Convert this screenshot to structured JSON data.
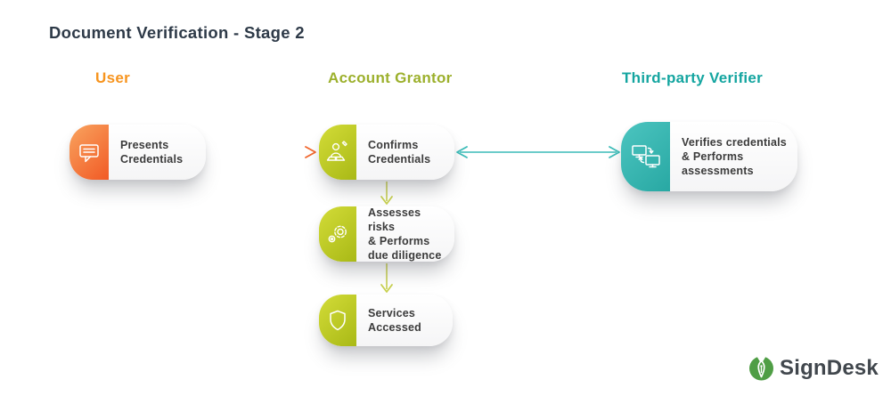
{
  "title": "Document Verification - Stage 2",
  "columns": [
    {
      "label": "User",
      "color": "#f7941e"
    },
    {
      "label": "Account Grantor",
      "color": "#9cb02c"
    },
    {
      "label": "Third-party Verifier",
      "color": "#14a5a0"
    }
  ],
  "cards": [
    {
      "id": "presents-credentials",
      "column": "User",
      "label": "Presents\nCredentials",
      "icon": "speech-bubble-icon",
      "theme": "orange"
    },
    {
      "id": "confirms-credentials",
      "column": "Account Grantor",
      "label": "Confirms\nCredentials",
      "icon": "user-laptop-icon",
      "theme": "lime"
    },
    {
      "id": "assesses-risks",
      "column": "Account Grantor",
      "label": "Assesses risks\n& Performs\ndue diligence",
      "icon": "gears-icon",
      "theme": "lime"
    },
    {
      "id": "services-accessed",
      "column": "Account Grantor",
      "label": "Services\nAccessed",
      "icon": "shield-icon",
      "theme": "lime"
    },
    {
      "id": "verifies-credentials",
      "column": "Third-party Verifier",
      "label": "Verifies credentials\n& Performs\nassessments",
      "icon": "monitors-sync-icon",
      "theme": "teal"
    }
  ],
  "arrows": [
    {
      "from": "presents-credentials",
      "to": "confirms-credentials",
      "direction": "right",
      "color": "#f2662c"
    },
    {
      "from": "confirms-credentials",
      "to": "verifies-credentials",
      "direction": "both",
      "color": "#3bbcb8"
    },
    {
      "from": "confirms-credentials",
      "to": "assesses-risks",
      "direction": "down",
      "color": "#c8d14f"
    },
    {
      "from": "assesses-risks",
      "to": "services-accessed",
      "direction": "down",
      "color": "#c8d14f"
    }
  ],
  "logo": {
    "text": "SignDesk"
  },
  "colors": {
    "title-text": "#2e3a48",
    "card-text": "#3b3b3b",
    "header-user": "#f7941e",
    "header-grantor": "#9cb02c",
    "header-verifier": "#14a5a0",
    "orange-1": "#f9a45f",
    "orange-2": "#f15a25",
    "lime-1": "#d3dc38",
    "lime-2": "#a9b916",
    "teal-1": "#4cc5c0",
    "teal-2": "#28a8a3",
    "arrow-orange": "#f2662c",
    "arrow-teal": "#3bbcb8",
    "arrow-lime": "#c8d14f",
    "logo-green": "#4f9e45",
    "logo-text": "#41474d"
  }
}
